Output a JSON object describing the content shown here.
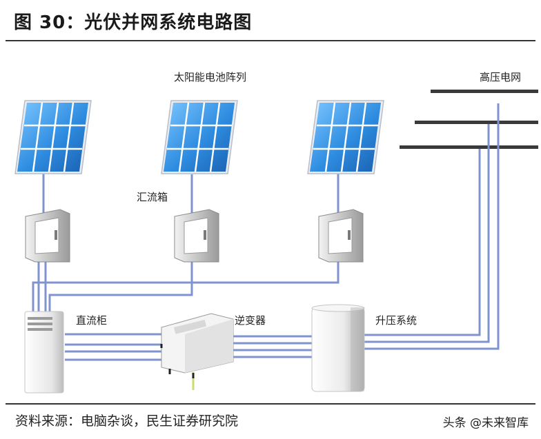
{
  "figure": {
    "title": "图 30：光伏并网系统电路图",
    "source": "资料来源：电脑杂谈，民生证券研究院",
    "watermark": "头条 @未来智库"
  },
  "labels": {
    "solar_array": "太阳能电池阵列",
    "combiner_box": "汇流箱",
    "dc_cabinet": "直流柜",
    "inverter": "逆变器",
    "step_up_system": "升压系统",
    "hv_grid": "高压电网"
  },
  "colors": {
    "wire": "#7f93cf",
    "grid_line": "#3a3a3a",
    "panel_cell": "#2e8ce0",
    "rule": "#333333"
  }
}
